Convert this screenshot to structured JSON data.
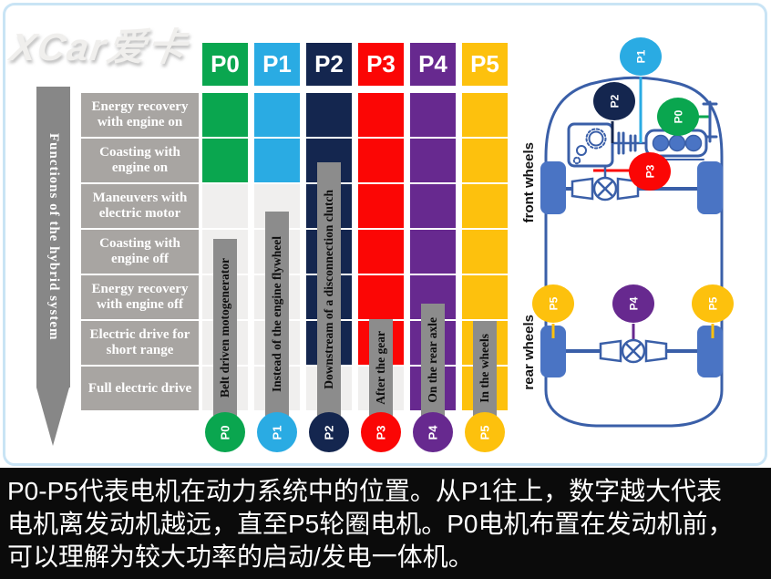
{
  "watermark": {
    "logo": "XCar爱卡"
  },
  "colors": {
    "p0": "#0aa64f",
    "p1": "#2aabe3",
    "p2": "#14264f",
    "p3": "#fb0605",
    "p4": "#67298f",
    "p5": "#fdc10d",
    "cell_off": "#f0efee",
    "row_label_bg": "#a8a5a2",
    "bar_bg": "#8c8c8c",
    "arrow_bg": "#878787",
    "car_outline": "#3a5fa8",
    "wheel_fill": "#4a74c4",
    "frame_border": "#c9e4f5",
    "caption_bg": "#0b0b0b"
  },
  "matrix": {
    "axis_label": "Functions of the hybrid system",
    "row_labels": [
      "Energy recovery with engine on",
      "Coasting with engine on",
      "Maneuvers with electric motor",
      "Coasting with engine off",
      "Energy recovery with engine off",
      "Electric drive for short range",
      "Full electric drive"
    ],
    "columns": [
      {
        "key": "p0",
        "label": "P0",
        "bar_label": "Belt driven motogenerator",
        "active_rows": [
          1,
          1,
          0,
          0,
          0,
          0,
          0
        ],
        "bar_top_row": 4.2
      },
      {
        "key": "p1",
        "label": "P1",
        "bar_label": "Instead of the engine flywheel",
        "active_rows": [
          1,
          1,
          0,
          0,
          0,
          0,
          0
        ],
        "bar_top_row": 3.6
      },
      {
        "key": "p2",
        "label": "P2",
        "bar_label": "Downstream of a disconnection clutch",
        "active_rows": [
          1,
          1,
          1,
          1,
          1,
          1,
          0
        ],
        "bar_top_row": 2.52
      },
      {
        "key": "p3",
        "label": "P3",
        "bar_label": "After the gear",
        "active_rows": [
          1,
          1,
          1,
          1,
          1,
          1,
          0
        ],
        "bar_top_row": 5.96
      },
      {
        "key": "p4",
        "label": "P4",
        "bar_label": "On the rear axle",
        "active_rows": [
          1,
          1,
          1,
          1,
          1,
          1,
          1
        ],
        "bar_top_row": 5.62
      },
      {
        "key": "p5",
        "label": "P5",
        "bar_label": "In the wheels",
        "active_rows": [
          1,
          1,
          1,
          1,
          1,
          1,
          1
        ],
        "bar_top_row": 6.0
      }
    ]
  },
  "car": {
    "front_wheels_label": "front wheels",
    "rear_wheels_label": "rear wheels",
    "badges": [
      {
        "key": "p1",
        "label": "P1"
      },
      {
        "key": "p2",
        "label": "P2"
      },
      {
        "key": "p0",
        "label": "P0"
      },
      {
        "key": "p3",
        "label": "P3"
      },
      {
        "key": "p5",
        "label": "P5"
      },
      {
        "key": "p4",
        "label": "P4"
      },
      {
        "key": "p5",
        "label": "P5"
      }
    ]
  },
  "caption": {
    "lines": [
      "P0-P5代表电机在动力系统中的位置。从P1往上，数字越大代表",
      "电机离发动机越远，直至P5轮圈电机。P0电机布置在发动机前，",
      "可以理解为较大功率的启动/发电一体机。"
    ]
  }
}
